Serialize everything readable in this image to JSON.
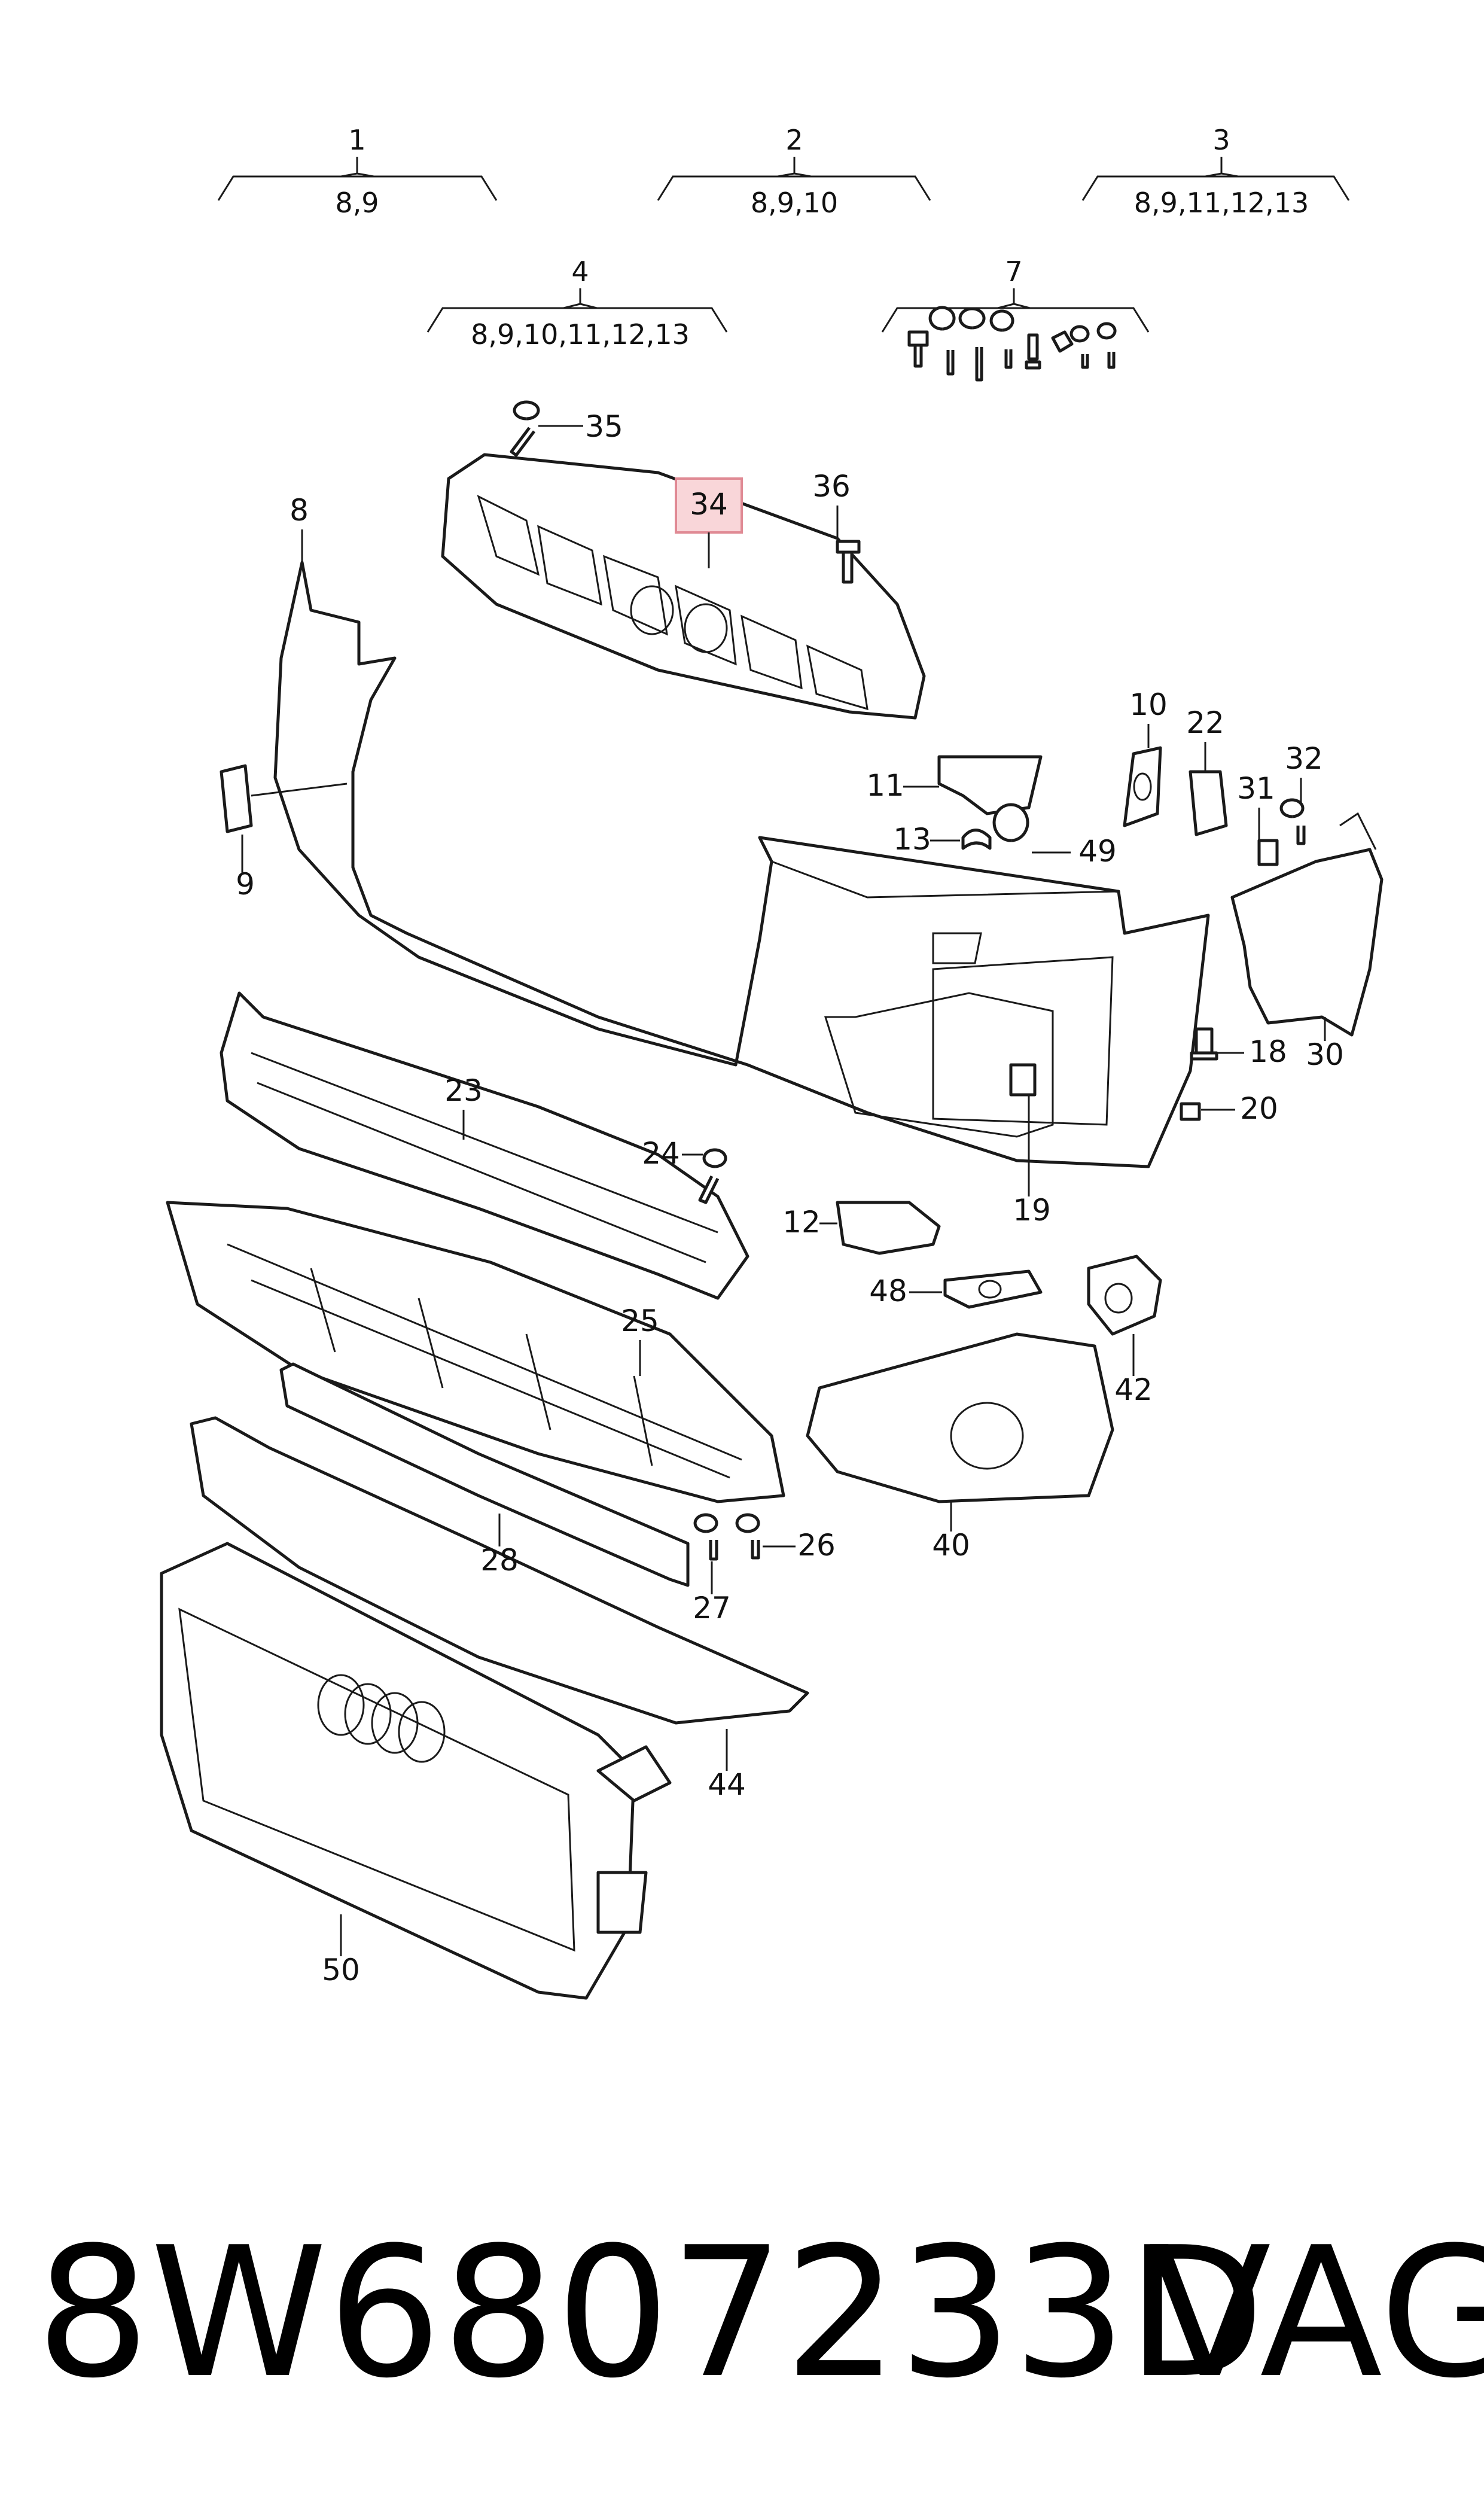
{
  "header_groups": [
    {
      "number": "1",
      "parts": "8,9"
    },
    {
      "number": "2",
      "parts": "8,9,10"
    },
    {
      "number": "3",
      "parts": "8,9,11,12,13"
    },
    {
      "number": "4",
      "parts": "8,9,10,11,12,13"
    },
    {
      "number": "7",
      "parts": ""
    }
  ],
  "callouts": [
    "8",
    "9",
    "10",
    "11",
    "12",
    "13",
    "18",
    "19",
    "20",
    "22",
    "23",
    "24",
    "25",
    "26",
    "27",
    "28",
    "30",
    "31",
    "32",
    "34",
    "35",
    "36",
    "40",
    "42",
    "44",
    "48",
    "49",
    "50"
  ],
  "highlight": {
    "label": "34",
    "fill": "#f9d6d9",
    "stroke": "#e08a94"
  },
  "footer": {
    "part_number": "8W6807233D",
    "brand": "VAG"
  }
}
